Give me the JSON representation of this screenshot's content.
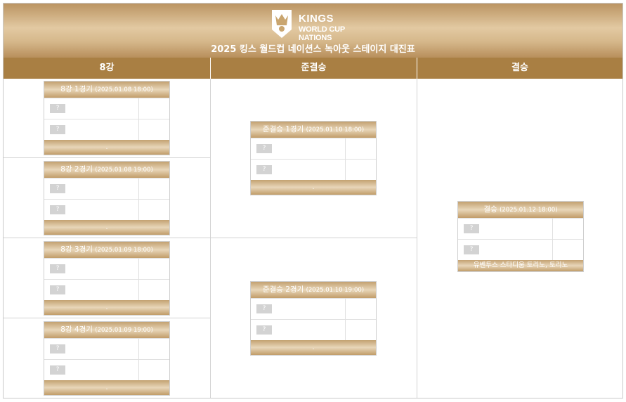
{
  "logo": {
    "line1": "KINGS",
    "line2": "WORLD CUP NATIONS"
  },
  "title": "2025 킹스 월드컵 네이션스 녹아웃 스테이지 대진표",
  "columns": [
    "8강",
    "준결승",
    "결승"
  ],
  "quarterfinals": [
    {
      "name": "8강 1경기",
      "date": "(2025.01.08 18:00)",
      "team1": "?",
      "team2": "?",
      "venue": "."
    },
    {
      "name": "8강 2경기",
      "date": "(2025.01.08 19:00)",
      "team1": "?",
      "team2": "?",
      "venue": "."
    },
    {
      "name": "8강 3경기",
      "date": "(2025.01.09 18:00)",
      "team1": "?",
      "team2": "?",
      "venue": "."
    },
    {
      "name": "8강 4경기",
      "date": "(2025.01.09 19:00)",
      "team1": "?",
      "team2": "?",
      "venue": "."
    }
  ],
  "semifinals": [
    {
      "name": "준결승 1경기",
      "date": "(2025.01.10 18:00)",
      "team1": "?",
      "team2": "?",
      "venue": "."
    },
    {
      "name": "준결승 2경기",
      "date": "(2025.01.10 19:00)",
      "team1": "?",
      "team2": "?",
      "venue": "."
    }
  ],
  "final": {
    "name": "결승",
    "date": "(2025.01.12 18:00)",
    "team1": "?",
    "team2": "?",
    "venue": "유벤투스 스타디움 토리노, 토리노"
  },
  "colors": {
    "header_gold": "#d6b88b",
    "column_brown": "#a97f43",
    "placeholder_gray": "#d3d3d3"
  }
}
